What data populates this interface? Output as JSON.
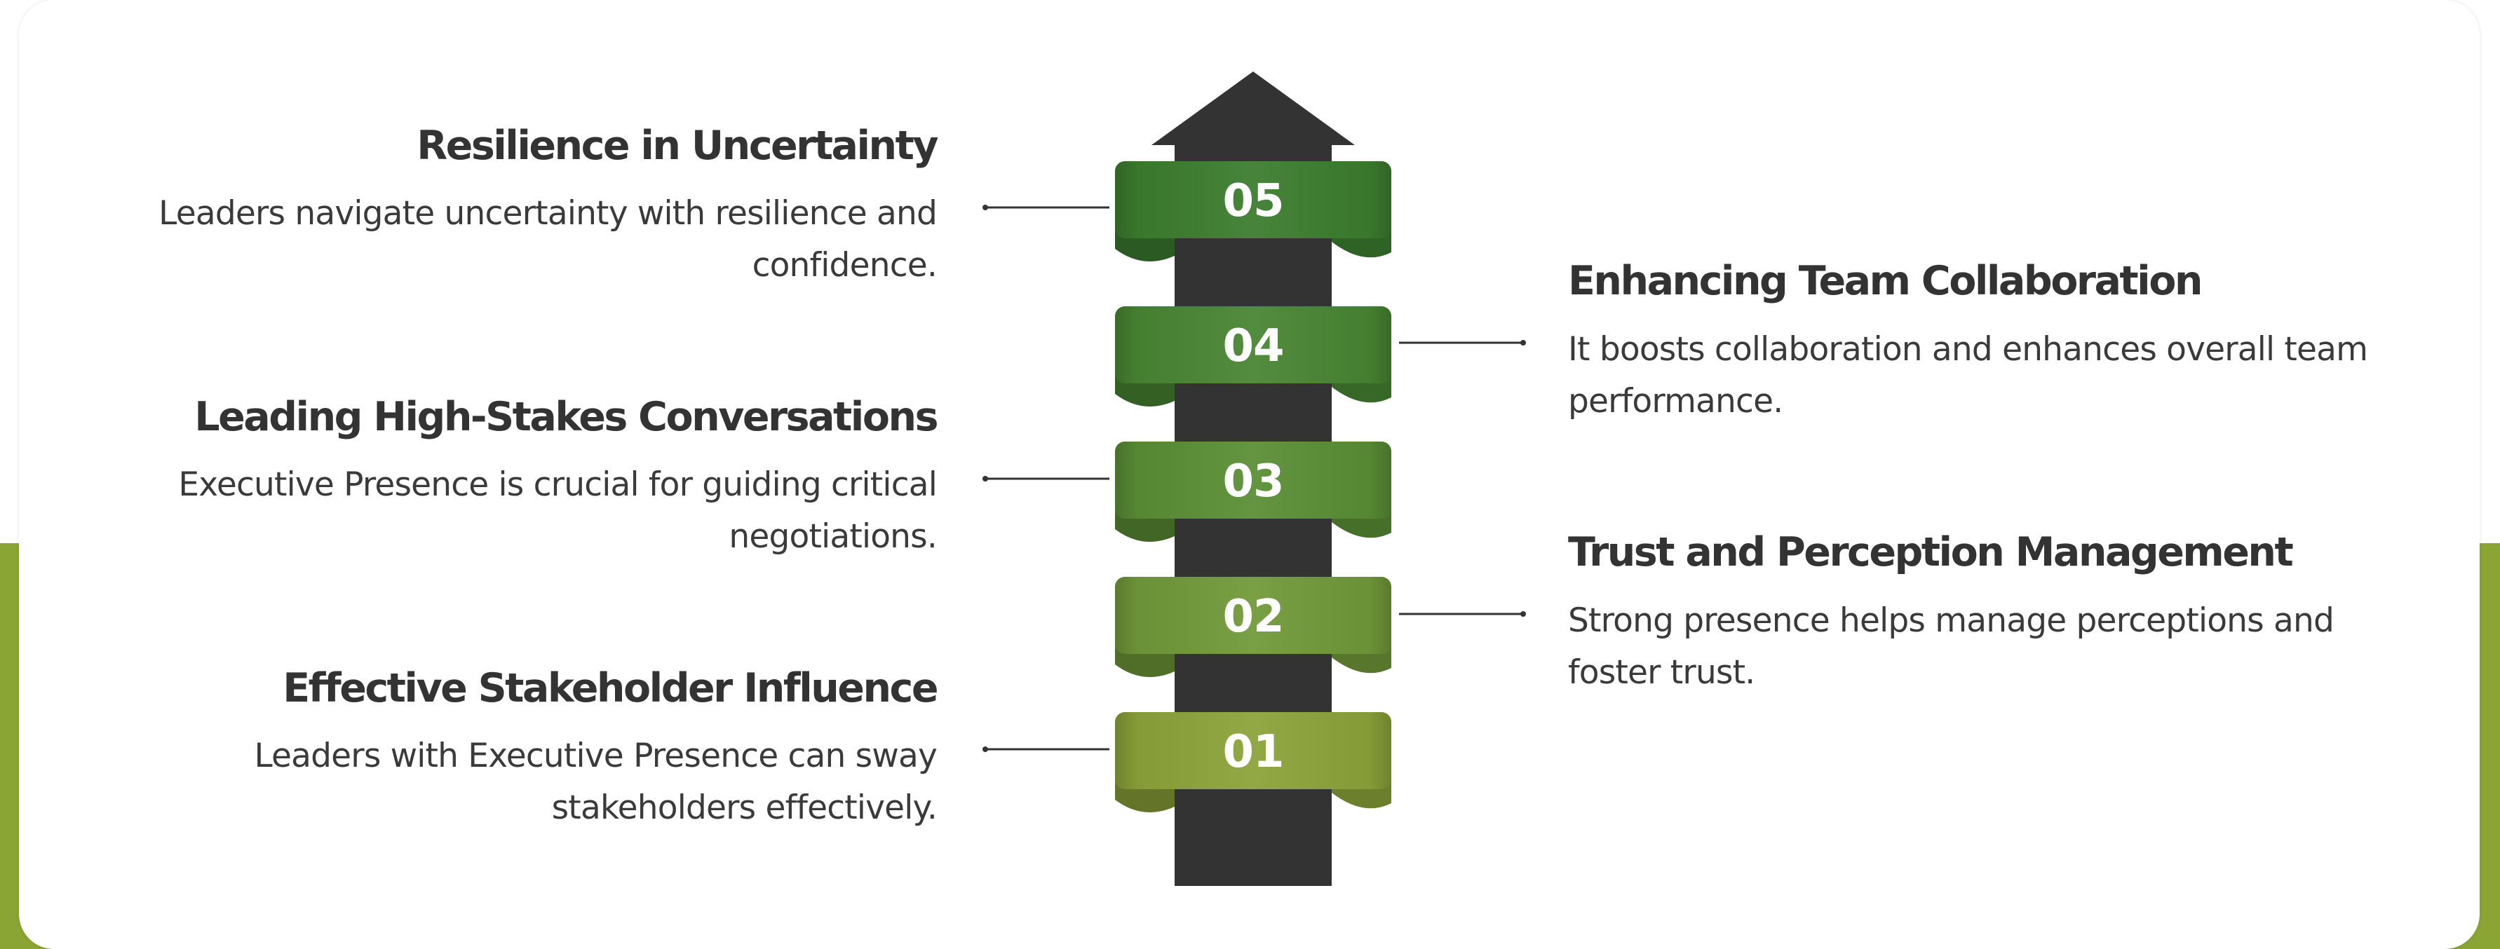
{
  "steps": [
    {
      "number": "01",
      "title": "Effective Stakeholder Influence",
      "description": "Leaders with Executive Presence can sway stakeholders effectively.",
      "color": "#8ba33a"
    },
    {
      "number": "02",
      "title": "Trust and Perception Management",
      "description": "Strong presence helps manage perceptions and foster trust.",
      "color": "#719939"
    },
    {
      "number": "03",
      "title": "Leading High-Stakes Conversations",
      "description": "Executive Presence is crucial for guiding critical negotiations.",
      "color": "#5a8e35"
    },
    {
      "number": "04",
      "title": "Enhancing Team Collaboration",
      "description": "It boosts collaboration and enhances overall team performance.",
      "color": "#488532"
    },
    {
      "number": "05",
      "title": "Resilience in Uncertainty",
      "description": "Leaders navigate uncertainty with resilience and confidence.",
      "color": "#3c7d2f"
    }
  ],
  "colors": {
    "arrow": "#333333",
    "accent_green": "#8aa534",
    "text": "#333333"
  }
}
